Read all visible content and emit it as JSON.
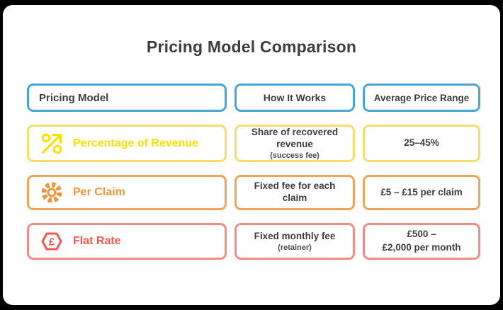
{
  "title": "Pricing Model Comparison",
  "colors": {
    "dark": "#3d3d3d",
    "blue": "#45a5d6",
    "yellowBorder": "#f6de6b",
    "yellowText": "#ffdf00",
    "orangeBorder": "#f0a35c",
    "orangeText": "#f2933b",
    "redBorder": "#f28b85",
    "redText": "#f4574f"
  },
  "table": {
    "header": {
      "model": "Pricing Model",
      "how": "How It Works",
      "pricing": "Average Price Range"
    },
    "rows": [
      {
        "label": "Percentage of Revenue",
        "how": "Share of recovered revenue",
        "how_note": "(success fee)",
        "price": "25–45%",
        "price_line2": ""
      },
      {
        "label": "Per Claim",
        "how": "Fixed fee for each claim",
        "how_note": "",
        "price": "£5 – £15 per claim",
        "price_line2": ""
      },
      {
        "label": "Flat Rate",
        "how": "Fixed monthly fee",
        "how_note": "(retainer)",
        "price": "£500 –",
        "price_line2": "£2,000 per month"
      }
    ]
  }
}
